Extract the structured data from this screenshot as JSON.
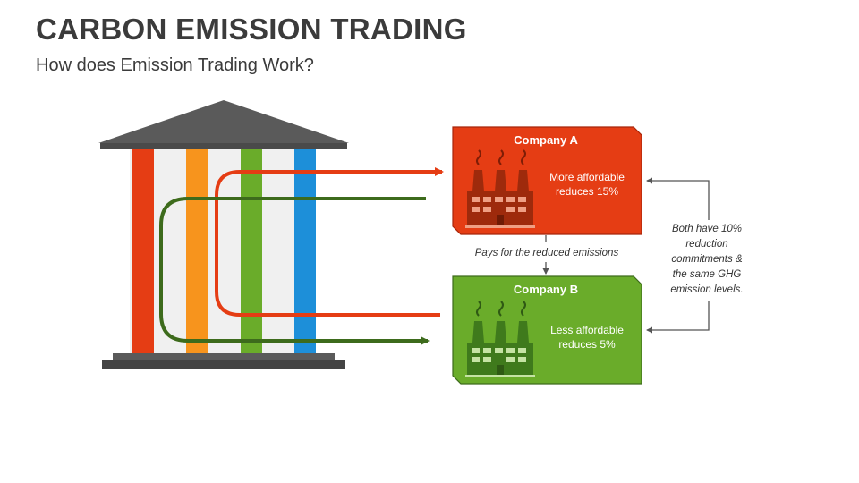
{
  "header": {
    "title": "CARBON EMISSION TRADING",
    "subtitle": "How does Emission Trading Work?"
  },
  "company_a": {
    "name": "Company A",
    "line1": "More affordable",
    "line2": "reduces 15%",
    "color": "#e53d14"
  },
  "company_b": {
    "name": "Company B",
    "line1": "Less affordable",
    "line2": "reduces 5%",
    "color": "#6aac2a"
  },
  "payment_label": "Pays for the reduced emissions",
  "commitment_note": {
    "line1": "Both have 10%",
    "line2": "reduction",
    "line3": "commitments &",
    "line4": "the same GHG",
    "line5": "emission levels."
  },
  "colors": {
    "roof": "#5a5a5a",
    "pillar_red": "#e53d14",
    "pillar_orange": "#f7941d",
    "pillar_green": "#6aac2a",
    "pillar_blue": "#1d8fd9",
    "arrow_red": "#e53d14",
    "arrow_dark_green": "#3d6b1c"
  },
  "icons": [
    "bank-building-icon",
    "factory-icon"
  ]
}
